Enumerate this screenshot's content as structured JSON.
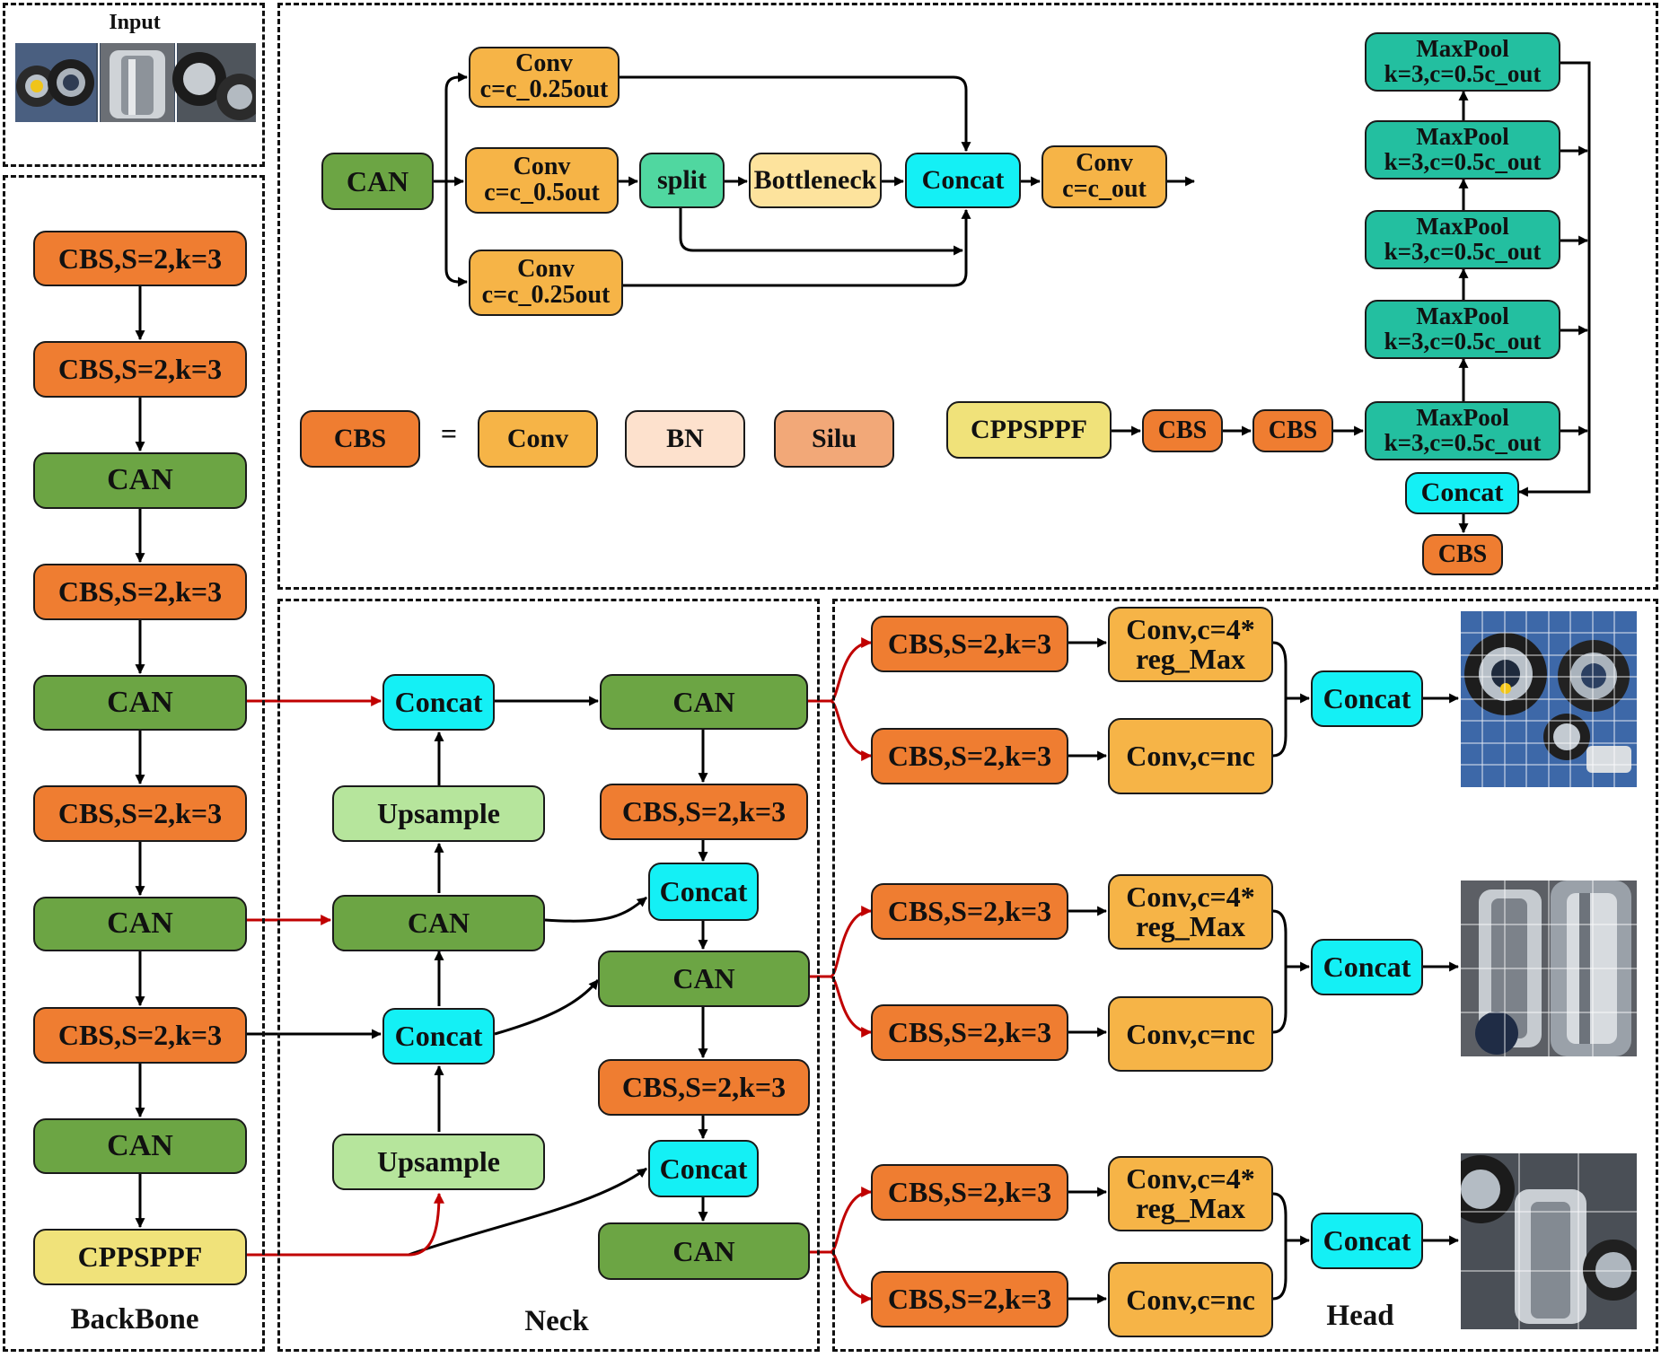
{
  "sections": {
    "input": "Input",
    "backbone": "BackBone",
    "neck": "Neck",
    "head": "Head"
  },
  "can_module": {
    "can": "CAN",
    "conv_top": "Conv\nc=c_0.25out",
    "conv_mid": "Conv\nc=c_0.5out",
    "conv_bot": "Conv\nc=c_0.25out",
    "split": "split",
    "bottleneck": "Bottleneck",
    "concat": "Concat",
    "conv_out": "Conv\nc=c_out"
  },
  "cbs_legend": {
    "cbs": "CBS",
    "equals": "=",
    "conv": "Conv",
    "bn": "BN",
    "silu": "Silu"
  },
  "cppsppf_module": {
    "cppsppf": "CPPSPPF",
    "cbs": "CBS",
    "maxpool": "MaxPool\nk=3,c=0.5c_out",
    "concat": "Concat"
  },
  "backbone": [
    "CBS,S=2,k=3",
    "CBS,S=2,k=3",
    "CAN",
    "CBS,S=2,k=3",
    "CAN",
    "CBS,S=2,k=3",
    "CAN",
    "CBS,S=2,k=3",
    "CAN",
    "CPPSPPF"
  ],
  "neck": {
    "concat": "Concat",
    "upsample": "Upsample",
    "can": "CAN",
    "cbs": "CBS,S=2,k=3"
  },
  "head": {
    "cbs": "CBS,S=2,k=3",
    "conv_reg": "Conv,c=4*\nreg_Max",
    "conv_nc": "Conv,c=nc",
    "concat": "Concat"
  },
  "colors": {
    "cbs": "#ef7d31",
    "can": "#6ca544",
    "concat": "#14f0f5",
    "cppsppf": "#f0e27a",
    "upsample": "#b6e59c",
    "conv": "#f6b447",
    "maxpool": "#23bfa0",
    "split": "#50d7a0",
    "bottleneck": "#fde39d",
    "bn": "#fde1cd",
    "silu": "#f2a878",
    "red_arrow": "#c00000"
  }
}
